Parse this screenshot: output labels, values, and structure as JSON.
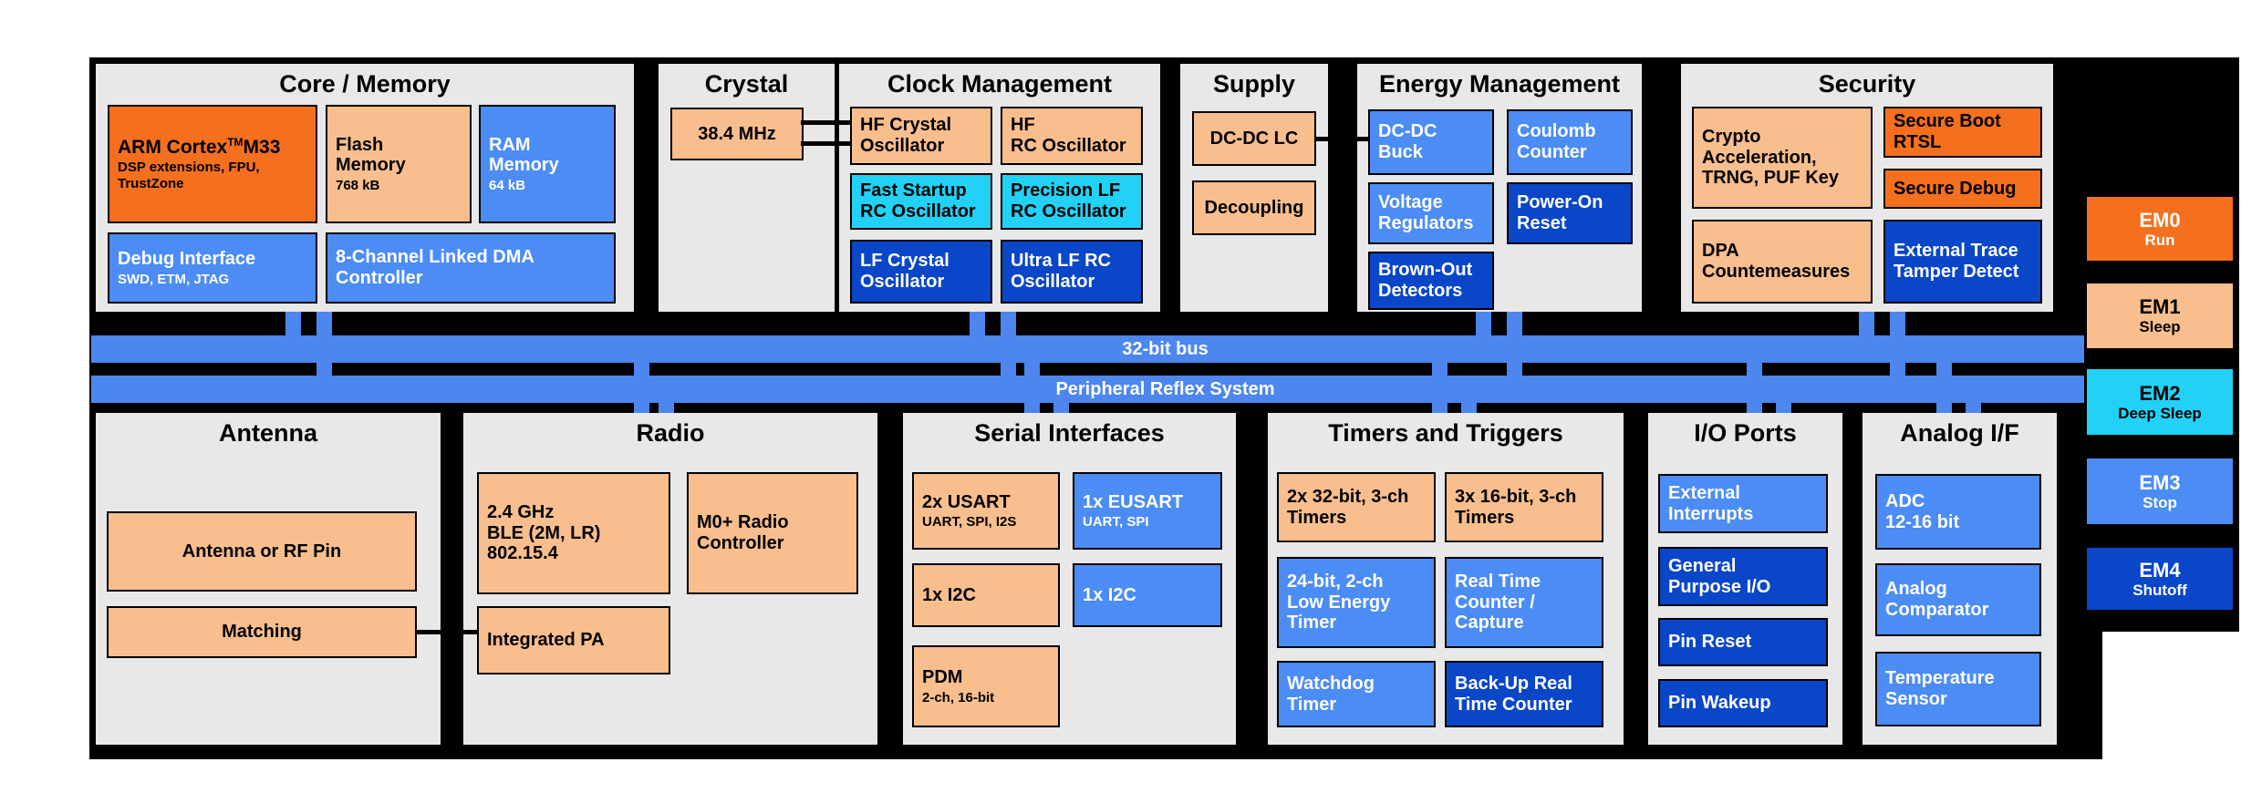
{
  "colors": {
    "orange": "#F4701E",
    "peach": "#F8BE8D",
    "cyan": "#22D2F6",
    "blue": "#4C8CF5",
    "dark_blue": "#0A46C8",
    "bus_blue": "#4C86EE",
    "panel_gray": "#E8E8E8",
    "background": "#000000"
  },
  "core": {
    "title": "Core / Memory",
    "arm": {
      "brand": "ARM Cortex",
      "tm": "TM",
      "model": "M33",
      "sub": "DSP extensions, FPU,\nTrustZone"
    },
    "flash": {
      "label": "Flash\nMemory",
      "sub": "768 kB"
    },
    "ram": {
      "label": "RAM\nMemory",
      "sub": "64 kB"
    },
    "debug": {
      "label": "Debug Interface",
      "sub": "SWD, ETM, JTAG"
    },
    "dma": {
      "label": "8-Channel Linked DMA\nController"
    }
  },
  "crystal": {
    "title": "Crystal",
    "freq": {
      "label": "38.4 MHz"
    }
  },
  "clock": {
    "title": "Clock Management",
    "hfxo": {
      "label": "HF Crystal\nOscillator"
    },
    "hfrco": {
      "label": "HF\nRC Oscillator"
    },
    "fsrco": {
      "label": "Fast Startup\nRC Oscillator"
    },
    "plfrco": {
      "label": "Precision LF\nRC Oscillator"
    },
    "lfxo": {
      "label": "LF Crystal\nOscillator"
    },
    "ulfrco": {
      "label": "Ultra LF RC\nOscillator"
    }
  },
  "supply": {
    "title": "Supply",
    "dcdc_lc": {
      "label": "DC-DC LC"
    },
    "decoupling": {
      "label": "Decoupling"
    }
  },
  "energy": {
    "title": "Energy Management",
    "buck": {
      "label": "DC-DC\nBuck"
    },
    "coulomb": {
      "label": "Coulomb\nCounter"
    },
    "vreg": {
      "label": "Voltage\nRegulators"
    },
    "por": {
      "label": "Power-On\nReset"
    },
    "bod": {
      "label": "Brown-Out\nDetectors"
    }
  },
  "security": {
    "title": "Security",
    "crypto": {
      "label": "Crypto\nAcceleration,\nTRNG, PUF Key"
    },
    "secure_boot": {
      "label": "Secure Boot\nRTSL"
    },
    "secure_debug": {
      "label": "Secure Debug"
    },
    "dpa": {
      "label": "DPA\nCountemeasures"
    },
    "tamper": {
      "label": "External Trace\nTamper Detect"
    }
  },
  "buses": {
    "bus32": "32-bit bus",
    "prs": "Peripheral Reflex System"
  },
  "antenna": {
    "title": "Antenna",
    "rf_pin": {
      "label": "Antenna or RF Pin"
    },
    "matching": {
      "label": "Matching"
    }
  },
  "radio": {
    "title": "Radio",
    "phy": {
      "label": "2.4 GHz\nBLE (2M, LR)\n802.15.4"
    },
    "controller": {
      "label": "M0+ Radio\nController"
    },
    "pa": {
      "label": "Integrated PA"
    }
  },
  "serial": {
    "title": "Serial Interfaces",
    "usart": {
      "label": "2x USART",
      "sub": "UART, SPI, I2S"
    },
    "eusart": {
      "label": "1x EUSART",
      "sub": "UART, SPI"
    },
    "i2c_a": {
      "label": "1x I2C"
    },
    "i2c_b": {
      "label": "1x I2C"
    },
    "pdm": {
      "label": "PDM",
      "sub": "2-ch, 16-bit"
    }
  },
  "timers": {
    "title": "Timers and Triggers",
    "t32": {
      "label": "2x 32-bit, 3-ch\nTimers"
    },
    "t16": {
      "label": "3x 16-bit, 3-ch\nTimers"
    },
    "letimer": {
      "label": "24-bit, 2-ch\nLow Energy\nTimer"
    },
    "rtcc": {
      "label": "Real Time\nCounter /\nCapture"
    },
    "wdog": {
      "label": "Watchdog\nTimer"
    },
    "burtc": {
      "label": "Back-Up Real\nTime Counter"
    }
  },
  "ioports": {
    "title": "I/O Ports",
    "extint": {
      "label": "External\nInterrupts"
    },
    "gpio": {
      "label": "General\nPurpose I/O"
    },
    "pin_reset": {
      "label": "Pin Reset"
    },
    "pin_wakeup": {
      "label": "Pin Wakeup"
    }
  },
  "analog": {
    "title": "Analog I/F",
    "adc": {
      "label": "ADC\n12-16 bit"
    },
    "comparator": {
      "label": "Analog\nComparator"
    },
    "temp_sensor": {
      "label": "Temperature\nSensor"
    }
  },
  "energy_modes": [
    {
      "name": "EM0",
      "sub": "Run"
    },
    {
      "name": "EM1",
      "sub": "Sleep"
    },
    {
      "name": "EM2",
      "sub": "Deep Sleep"
    },
    {
      "name": "EM3",
      "sub": "Stop"
    },
    {
      "name": "EM4",
      "sub": "Shutoff"
    }
  ]
}
